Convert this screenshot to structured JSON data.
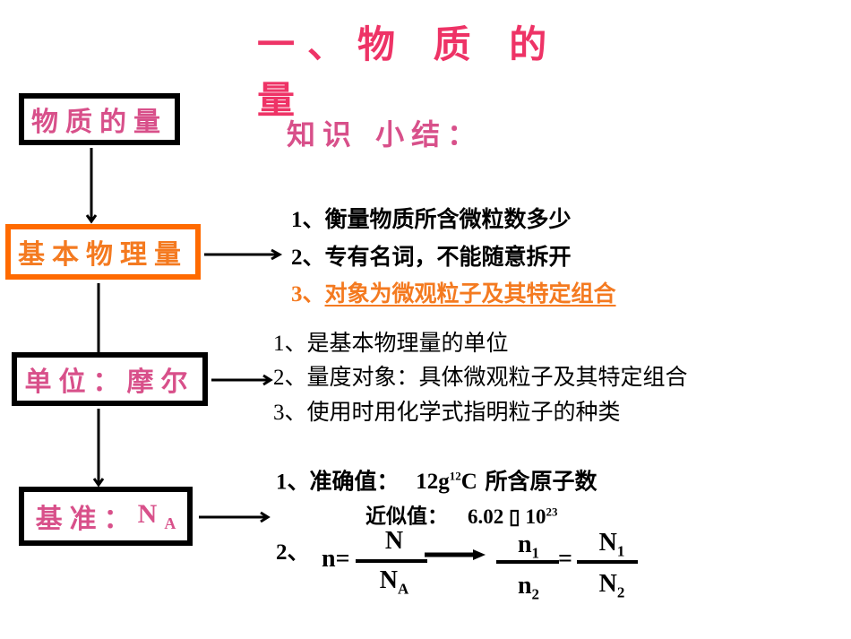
{
  "title": {
    "line1": "一、物 质 的",
    "line2": "量"
  },
  "subtitle": "知识 小结：",
  "flow": {
    "box1": "物质的量",
    "box2": "基本物理量",
    "box3": "单位：摩尔",
    "box4": {
      "label": "基准：",
      "symbol": "N",
      "sub": "A"
    }
  },
  "group1": {
    "items": [
      {
        "num": "1",
        "sep": "、",
        "text": "衡量物质所含微粒数多少"
      },
      {
        "num": "2",
        "sep": "、",
        "text": "专有名词，不能随意拆开"
      },
      {
        "num": "3",
        "sep": "、",
        "text": "对象为微观粒子及其特定组合"
      }
    ],
    "highlight_color": "#f47a20"
  },
  "group2": {
    "items": [
      {
        "num": "1",
        "sep": "、",
        "text": "是基本物理量的单位"
      },
      {
        "num": "2",
        "sep": "、",
        "text": "量度对象：具体微观粒子及其特定组合"
      },
      {
        "num": "3",
        "sep": "、",
        "text": "使用时用化学式指明粒子的种类"
      }
    ]
  },
  "group3": {
    "item1": {
      "num": "1",
      "sep": "、",
      "label": "准确值：",
      "mass": "12g",
      "iso": "12",
      "element": "C",
      "rest": " 所含原子数"
    },
    "approx": {
      "label": "近似值：",
      "mantissa": "6.02",
      "times": "▯",
      "base": "10",
      "exp": "23"
    },
    "item2": {
      "num": "2",
      "sep": "、",
      "lhs": "n=",
      "f1_num": "N",
      "f1_den": "N",
      "f1_den_sub": "A",
      "f2_num": "n",
      "f2_num_sub": "1",
      "f2_den": "n",
      "f2_den_sub": "2",
      "eq": "=",
      "f3_num": "N",
      "f3_num_sub": "1",
      "f3_den": "N",
      "f3_den_sub": "2"
    }
  },
  "colors": {
    "title": "#ee3366",
    "pink": "#d8508a",
    "orange": "#f47a20",
    "orange_border": "#ff6a00"
  }
}
